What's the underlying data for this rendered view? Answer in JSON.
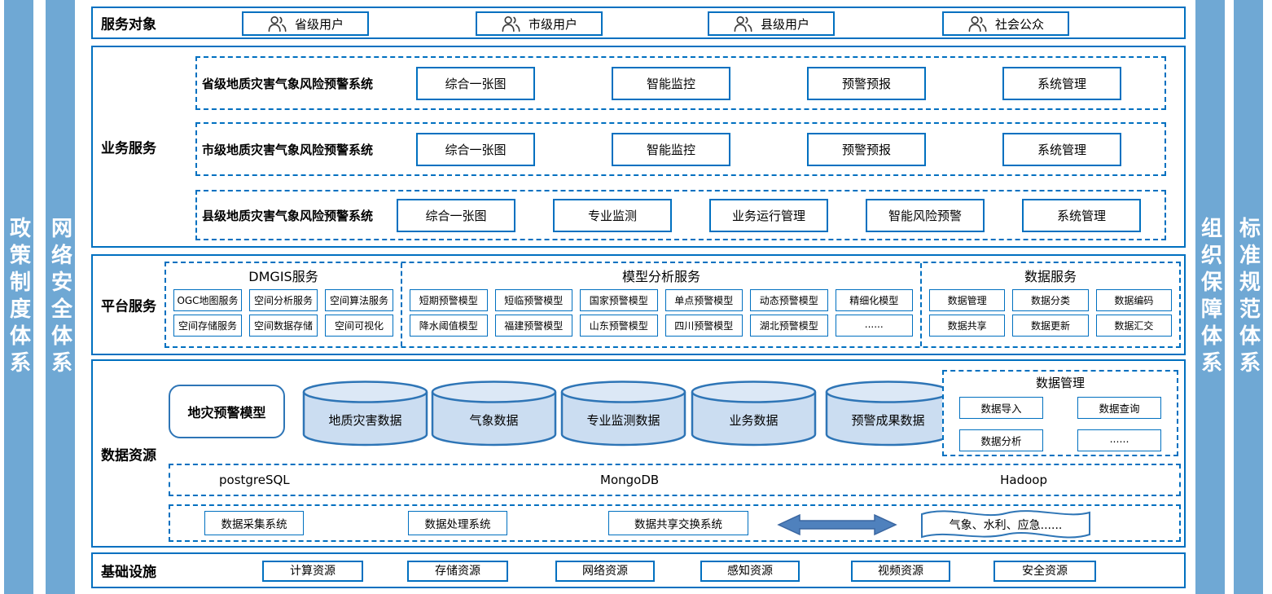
{
  "colors": {
    "accent_blue": "#0070C0",
    "bar_fill": "#6FA8D4",
    "cylinder_fill": "#CBDDF1",
    "cylinder_border": "#2E75B6",
    "arrow_fill": "#4F81BD"
  },
  "side_bars": {
    "left": [
      {
        "label": "政策制度体系"
      },
      {
        "label": "网络安全体系"
      }
    ],
    "right": [
      {
        "label": "组织保障体系"
      },
      {
        "label": "标准规范体系"
      }
    ]
  },
  "service_targets": {
    "label": "服务对象",
    "items": [
      "省级用户",
      "市级用户",
      "县级用户",
      "社会公众"
    ]
  },
  "business_services": {
    "label": "业务服务",
    "rows": [
      {
        "title": "省级地质灾害气象风险预警系统",
        "items": [
          "综合一张图",
          "智能监控",
          "预警预报",
          "系统管理"
        ]
      },
      {
        "title": "市级地质灾害气象风险预警系统",
        "items": [
          "综合一张图",
          "智能监控",
          "预警预报",
          "系统管理"
        ]
      },
      {
        "title": "县级地质灾害气象风险预警系统",
        "items": [
          "综合一张图",
          "专业监测",
          "业务运行管理",
          "智能风险预警",
          "系统管理"
        ]
      }
    ]
  },
  "platform_services": {
    "label": "平台服务",
    "groups": [
      {
        "title": "DMGIS服务",
        "rows": [
          [
            "OGC地图服务",
            "空间分析服务",
            "空间算法服务"
          ],
          [
            "空间存储服务",
            "空间数据存储",
            "空间可视化"
          ]
        ]
      },
      {
        "title": "模型分析服务",
        "rows": [
          [
            "短期预警模型",
            "短临预警模型",
            "国家预警模型",
            "单点预警模型",
            "动态预警模型",
            "精细化模型"
          ],
          [
            "降水阈值模型",
            "福建预警模型",
            "山东预警模型",
            "四川预警模型",
            "湖北预警模型",
            "......"
          ]
        ]
      },
      {
        "title": "数据服务",
        "rows": [
          [
            "数据管理",
            "数据分类",
            "数据编码"
          ],
          [
            "数据共享",
            "数据更新",
            "数据汇交"
          ]
        ]
      }
    ]
  },
  "data_resources": {
    "label": "数据资源",
    "model_box": "地灾预警模型",
    "cylinders": [
      "地质灾害数据",
      "气象数据",
      "专业监测数据",
      "业务数据",
      "预警成果数据"
    ],
    "data_management": {
      "title": "数据管理",
      "items": [
        "数据导入",
        "数据查询",
        "数据分析",
        "......"
      ]
    },
    "databases": [
      "postgreSQL",
      "MongoDB",
      "Hadoop"
    ],
    "systems": [
      "数据采集系统",
      "数据处理系统",
      "数据共享交换系统"
    ],
    "external": "气象、水利、应急......"
  },
  "infrastructure": {
    "label": "基础设施",
    "items": [
      "计算资源",
      "存储资源",
      "网络资源",
      "感知资源",
      "视频资源",
      "安全资源"
    ]
  }
}
